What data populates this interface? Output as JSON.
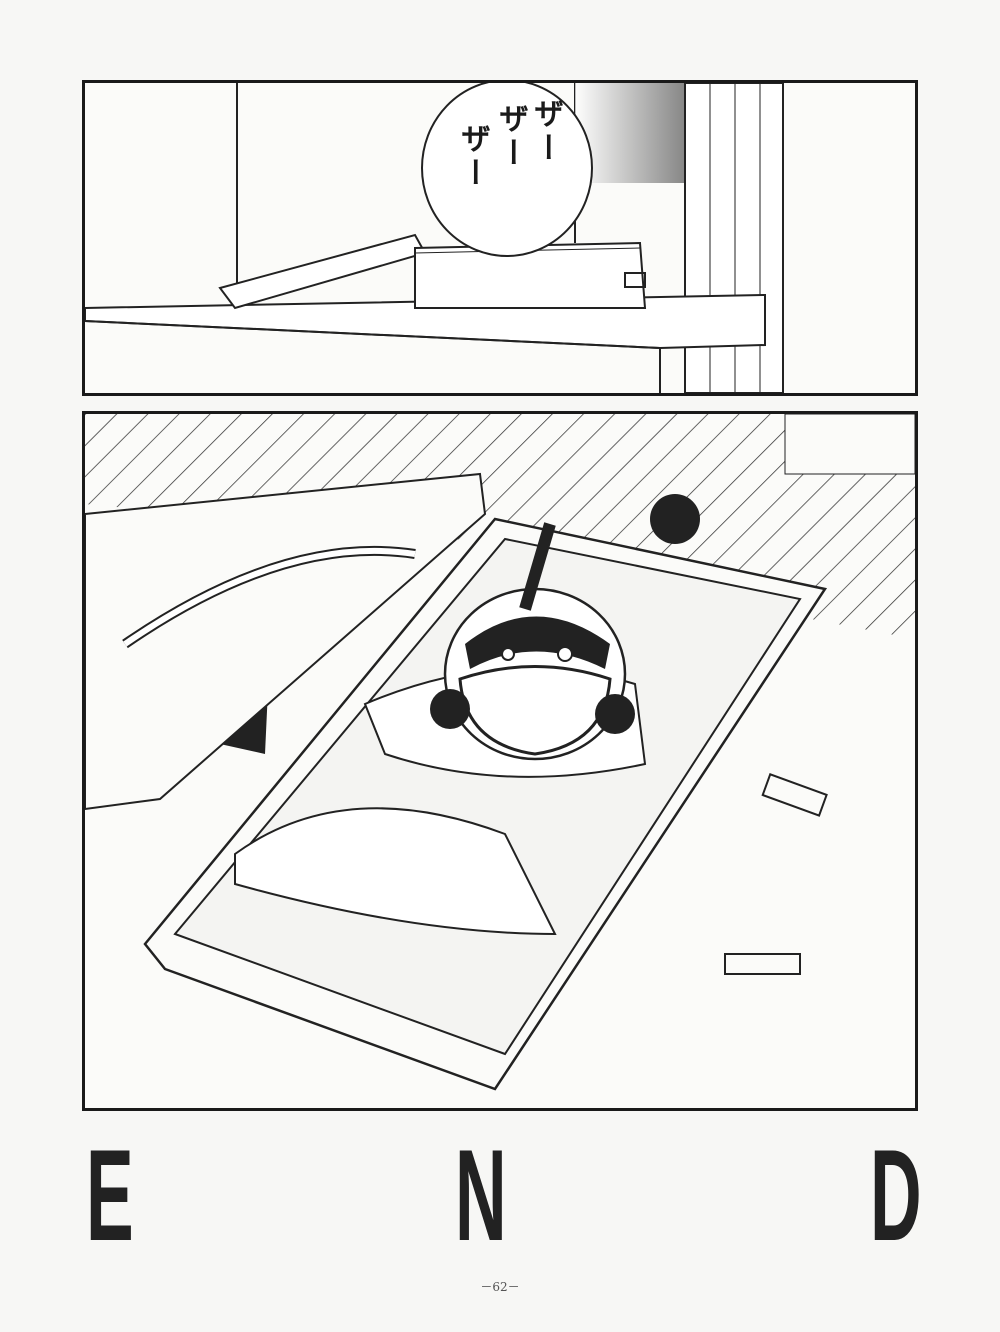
{
  "panel1": {
    "sfx": [
      "ザー",
      "ザー",
      "ザー"
    ]
  },
  "ending": {
    "letters": [
      "E",
      "N",
      "D"
    ]
  },
  "page_number": "－62－"
}
